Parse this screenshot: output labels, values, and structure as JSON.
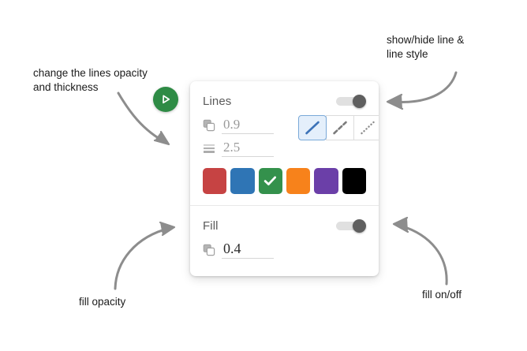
{
  "annotations": [
    {
      "id": "lines-opacity",
      "text": "change the lines opacity\nand thickness"
    },
    {
      "id": "show-hide",
      "text": "show/hide line &\nline style"
    },
    {
      "id": "fill-opacity",
      "text": "fill opacity"
    },
    {
      "id": "fill-onoff",
      "text": "fill on/off"
    }
  ],
  "badge": {
    "icon": "play-icon",
    "color": "#2e8b45"
  },
  "panel": {
    "lines": {
      "title": "Lines",
      "toggle": {
        "state": "on",
        "knob_color": "#5f5f5f",
        "track_color": "#e0e0e0"
      },
      "opacity": {
        "icon": "opacity-layers-icon",
        "value": "0.9"
      },
      "thickness": {
        "icon": "line-thickness-icon",
        "value": "2.5"
      },
      "line_styles": [
        {
          "name": "solid",
          "icon": "solid-line-icon",
          "selected": true
        },
        {
          "name": "dashed",
          "icon": "dashed-line-icon",
          "selected": false
        },
        {
          "name": "dotted",
          "icon": "dotted-line-icon",
          "selected": false
        }
      ],
      "colors": [
        {
          "name": "red",
          "hex": "#c64343",
          "selected": false
        },
        {
          "name": "blue",
          "hex": "#2f75b5",
          "selected": false
        },
        {
          "name": "green",
          "hex": "#34914c",
          "selected": true
        },
        {
          "name": "orange",
          "hex": "#f7821b",
          "selected": false
        },
        {
          "name": "purple",
          "hex": "#6b3fa8",
          "selected": false
        },
        {
          "name": "black",
          "hex": "#000000",
          "selected": false
        }
      ]
    },
    "fill": {
      "title": "Fill",
      "toggle": {
        "state": "on",
        "knob_color": "#5f5f5f",
        "track_color": "#e0e0e0"
      },
      "opacity": {
        "icon": "opacity-layers-icon",
        "value": "0.4"
      }
    }
  },
  "style": {
    "selected_style_fill": "#e4effb",
    "selected_style_border": "#7aa9d8",
    "selected_style_stroke": "#3d73b8",
    "arrow_color": "#8d8d8d"
  }
}
